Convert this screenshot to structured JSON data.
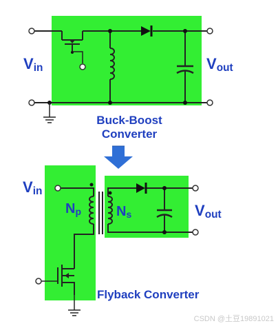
{
  "buck_boost": {
    "vin_main": "V",
    "vin_sub": "in",
    "vout_main": "V",
    "vout_sub": "out",
    "title_line1": "Buck-Boost",
    "title_line2": "Converter"
  },
  "flyback": {
    "vin_main": "V",
    "vin_sub": "in",
    "np_main": "N",
    "np_sub": "p",
    "ns_main": "N",
    "ns_sub": "s",
    "vout_main": "V",
    "vout_sub": "out",
    "title": "Flyback Converter"
  },
  "watermark": "CSDN @土豆19891021",
  "colors": {
    "panel": "#33ee33",
    "label": "#1f3fbf",
    "arrow": "#2f6fd6"
  },
  "icons": [
    "mosfet-icon",
    "inductor-icon",
    "diode-icon",
    "capacitor-icon",
    "ground-icon",
    "transformer-icon",
    "down-arrow-icon"
  ]
}
